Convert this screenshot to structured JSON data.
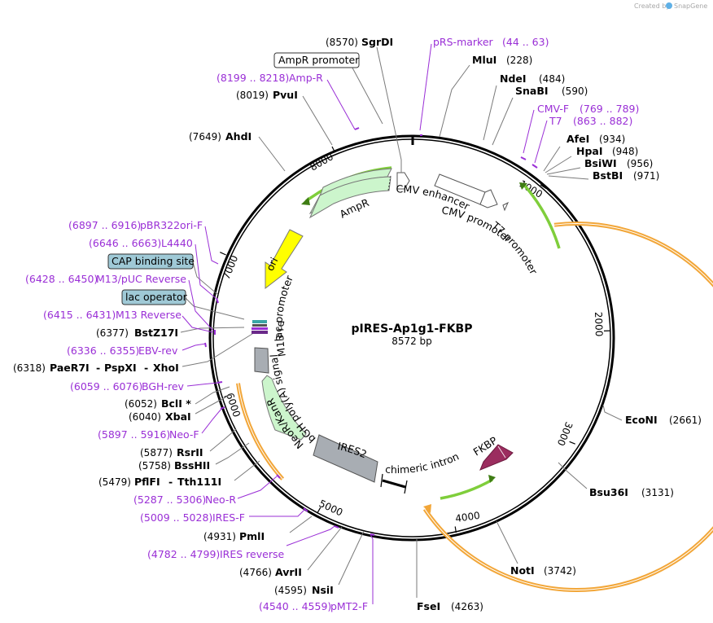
{
  "credit": {
    "text": "Created by",
    "brand": "SnapGene"
  },
  "plasmid": {
    "name": "pIRES-Ap1g1-FKBP",
    "length_label": "8572 bp",
    "length_bp": 8572
  },
  "ticks": [
    "1000",
    "2000",
    "3000",
    "4000",
    "5000",
    "6000",
    "7000",
    "8000"
  ],
  "enzymes": [
    {
      "name": "SgrDI",
      "pos": "(8570)"
    },
    {
      "name": "MluI",
      "pos": "(228)"
    },
    {
      "name": "NdeI",
      "pos": "(484)"
    },
    {
      "name": "SnaBI",
      "pos": "(590)"
    },
    {
      "name": "AfeI",
      "pos": "(934)"
    },
    {
      "name": "HpaI",
      "pos": "(948)"
    },
    {
      "name": "BsiWI",
      "pos": "(956)"
    },
    {
      "name": "BstBI",
      "pos": "(971)"
    },
    {
      "name": "EcoNI",
      "pos": "(2661)"
    },
    {
      "name": "Bsu36I",
      "pos": "(3131)"
    },
    {
      "name": "NotI",
      "pos": "(3742)"
    },
    {
      "name": "FseI",
      "pos": "(4263)"
    },
    {
      "name": "NsiI",
      "pos": "(4595)"
    },
    {
      "name": "AvrII",
      "pos": "(4766)"
    },
    {
      "name": "PmlI",
      "pos": "(4931)"
    },
    {
      "name": "PflFI",
      "pos": "(5479)",
      "name2": "Tth111I"
    },
    {
      "name": "BssHII",
      "pos": "(5758)"
    },
    {
      "name": "RsrII",
      "pos": "(5877)"
    },
    {
      "name": "XbaI",
      "pos": "(6040)"
    },
    {
      "name": "BclI *",
      "pos": "(6052)"
    },
    {
      "name": "PaeR7I",
      "pos": "(6318)",
      "name2": "PspXI",
      "name3": "XhoI"
    },
    {
      "name": "BstZ17I",
      "pos": "(6377)"
    },
    {
      "name": "AhdI",
      "pos": "(7649)"
    },
    {
      "name": "PvuI",
      "pos": "(8019)"
    }
  ],
  "primers": [
    {
      "name": "pRS-marker",
      "range": "(44 .. 63)"
    },
    {
      "name": "CMV-F",
      "range": "(769 .. 789)"
    },
    {
      "name": "T7",
      "range": "(863 .. 882)"
    },
    {
      "name": "pMT2-F",
      "range": "(4540 .. 4559)"
    },
    {
      "name": "IRES reverse",
      "range": "(4782 .. 4799)"
    },
    {
      "name": "IRES-F",
      "range": "(5009 .. 5028)"
    },
    {
      "name": "Neo-R",
      "range": "(5287 .. 5306)"
    },
    {
      "name": "Neo-F",
      "range": "(5897 .. 5916)"
    },
    {
      "name": "BGH-rev",
      "range": "(6059 .. 6076)"
    },
    {
      "name": "EBV-rev",
      "range": "(6336 .. 6355)"
    },
    {
      "name": "M13 Reverse",
      "range": "(6415 .. 6431)"
    },
    {
      "name": "M13/pUC Reverse",
      "range": "(6428 .. 6450)"
    },
    {
      "name": "L4440",
      "range": "(6646 .. 6663)"
    },
    {
      "name": "pBR322ori-F",
      "range": "(6897 .. 6916)"
    },
    {
      "name": "Amp-R",
      "range": "(8199 .. 8218)"
    }
  ],
  "boxed_labels": {
    "ampr_promoter": "AmpR promoter",
    "cap_site": "CAP binding site",
    "lac_operator": "lac operator"
  },
  "features": {
    "cmv_enhancer": "CMV enhancer",
    "cmv_promoter": "CMV promoter",
    "t7_promoter": "T7 promoter",
    "fkbp": "FKBP",
    "chimeric_intron": "chimeric intron",
    "ires2": "IRES2",
    "neor": "NeoR/KanR",
    "bgh": "bGH poly(A) signal",
    "m13_rev": "M13 rev",
    "lac_promoter": "lac promoter",
    "ori": "ori",
    "ampr": "AmpR"
  },
  "colors": {
    "primer": "#9a2fd6",
    "ori": "#ffff00",
    "ampr": "#ccf5cc",
    "fkbp": "#9b2d5f",
    "orf_arc": "#f2a638",
    "cds_arc": "#7fce3b",
    "gray_feature": "#a8adb3",
    "boxed_fill": "#9fc9d6"
  }
}
